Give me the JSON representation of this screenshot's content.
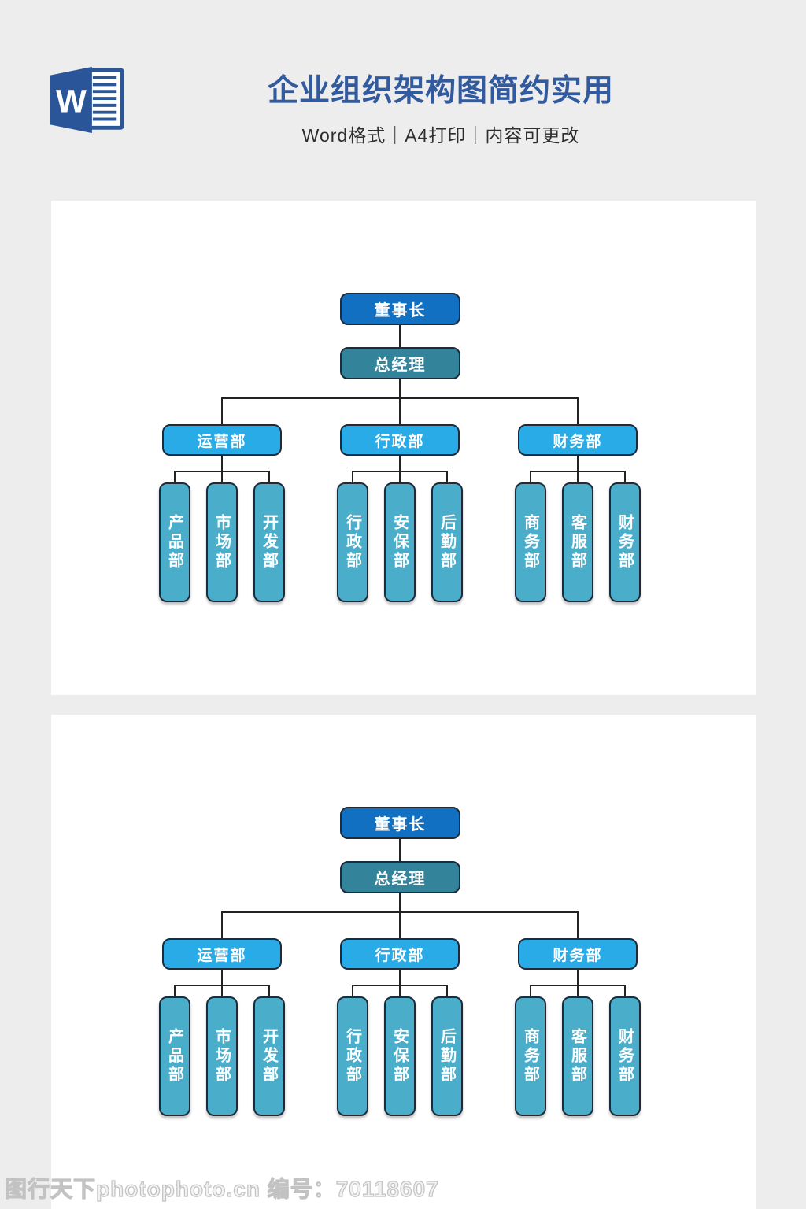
{
  "header": {
    "title": "企业组织架构图简约实用",
    "subtitle": "Word格式｜A4打印｜内容可更改",
    "word_icon_letter": "W"
  },
  "org_chart": {
    "level1": "董事长",
    "level2": "总经理",
    "departments": [
      {
        "label": "运营部",
        "children": [
          "产品部",
          "市场部",
          "开发部"
        ]
      },
      {
        "label": "行政部",
        "children": [
          "行政部",
          "安保部",
          "后勤部"
        ]
      },
      {
        "label": "财务部",
        "children": [
          "商务部",
          "客服部",
          "财务部"
        ]
      }
    ]
  },
  "footer": {
    "watermark": "图行天下photophoto.cn 编号：70118607"
  },
  "colors": {
    "title_blue": "#315a9f",
    "chairman_box": "#1170c2",
    "gm_box": "#33839a",
    "department_box": "#29abe8",
    "child_box": "#4aaecb",
    "box_border": "#1e2b3a",
    "connector_line": "#222222",
    "page_background": "#ededed",
    "panel_background": "#ffffff",
    "word_icon_blue": "#2a5699"
  }
}
